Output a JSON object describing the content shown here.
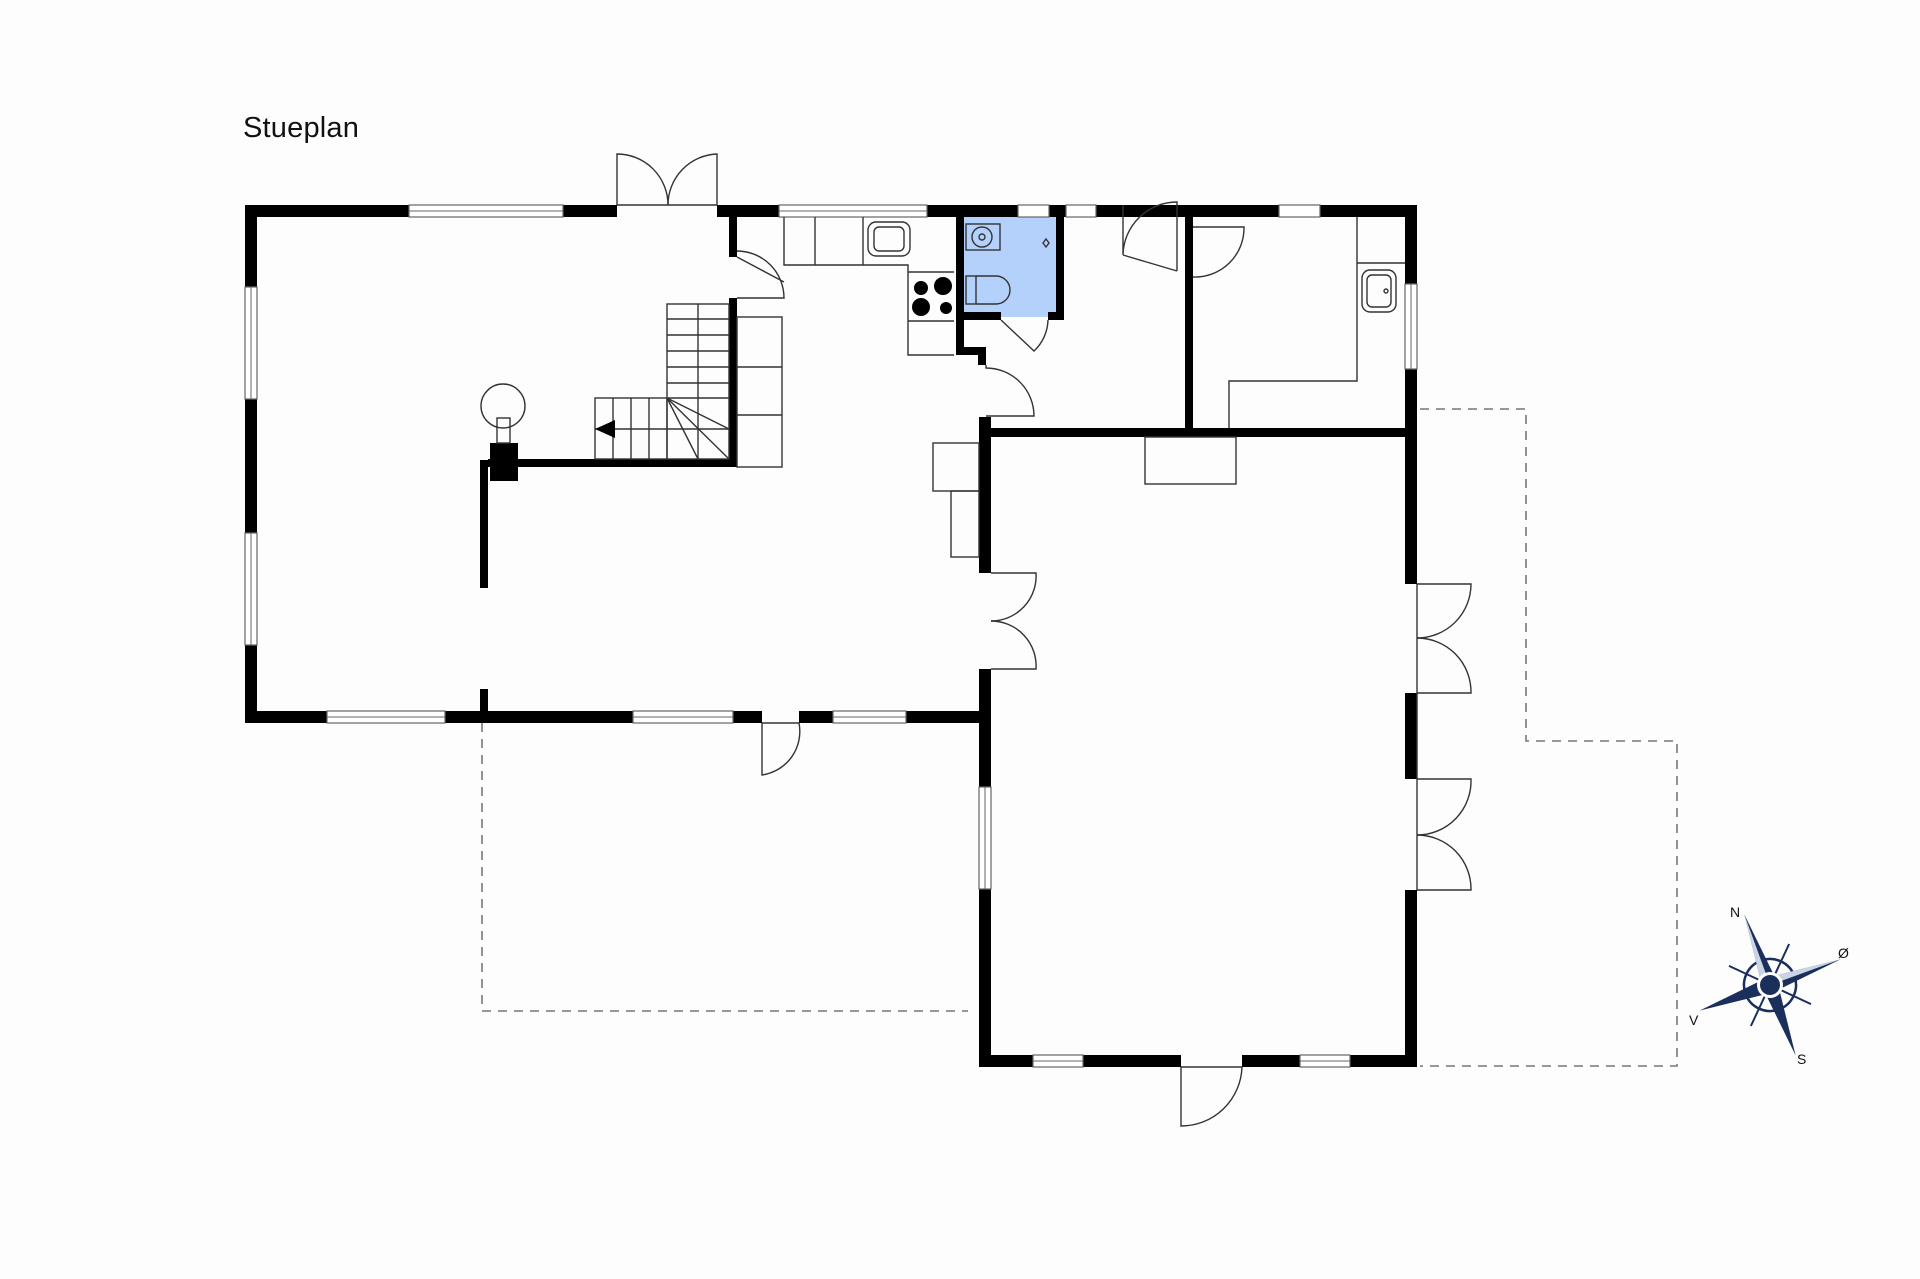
{
  "plan": {
    "title": "Stueplan",
    "floor_name": "Stueplan",
    "highlight_color": "#b3d1fa",
    "wall_color": "#000000",
    "compass": {
      "north": "N",
      "east": "Ø",
      "south": "S",
      "west": "V",
      "color": "#1b2f5c"
    },
    "rooms": [
      {
        "id": "living-room",
        "label": ""
      },
      {
        "id": "kitchen",
        "label": ""
      },
      {
        "id": "toilet",
        "label": ""
      },
      {
        "id": "hall",
        "label": ""
      },
      {
        "id": "utility-room",
        "label": ""
      },
      {
        "id": "large-room",
        "label": ""
      }
    ]
  }
}
